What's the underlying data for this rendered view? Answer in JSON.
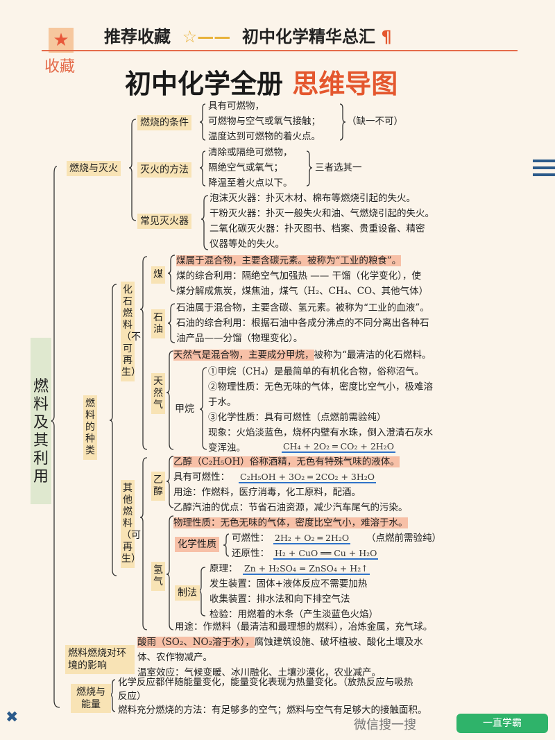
{
  "header": {
    "left": "推荐收藏",
    "right": "初中化学精华总汇",
    "badge": "收藏",
    "star": "★",
    "title_main": "初中化学全册",
    "title_accent": "思维导图"
  },
  "root": "燃料及其利用",
  "combustion": {
    "label": "燃烧与灭火",
    "conditions": {
      "label": "燃烧的条件",
      "lines": [
        "具有可燃物，",
        "可燃物与空气或氧气接触；",
        "温度达到可燃物的着火点。"
      ],
      "note": "（缺一不可）"
    },
    "extinguish": {
      "label": "灭火的方法",
      "lines": [
        "清除或隔绝可燃物，",
        "隔绝空气或氧气；",
        "降温至着火点以下。"
      ],
      "note": "三者选其一"
    },
    "extinguishers": {
      "label": "常见灭火器",
      "lines": [
        "泡沫灭火器：扑灭木材、棉布等燃烧引起的失火。",
        "干粉灭火器：扑灭一般失火和油、气燃烧引起的失火。",
        "二氧化碳灭火器：扑灭图书、档案、贵重设备、精密",
        "仪器等处的失火。"
      ]
    }
  },
  "fuel_types": {
    "label": "燃料的种类",
    "fossil": {
      "label": "化石燃料（不可再生）",
      "coal": {
        "label": "煤",
        "lines": [
          "煤属于混合物，主要含碳元素。被称为“工业的粮食”。",
          "煤的综合利用：隔绝空气加强热 —— 干馏（化学变化），使",
          "煤分解成焦炭，煤焦油，煤气（H₂、CH₄、CO、其他气体）"
        ]
      },
      "oil": {
        "label": "石油",
        "lines": [
          "石油属于混合物，主要含碳、氢元素。被称为“工业的血液”。",
          "石油的综合利用：根据石油中各成分沸点的不同分离出各种石",
          "油产品——分馏（物理变化）。"
        ]
      },
      "gas": {
        "label": "天然气",
        "intro": "天然气是混合物，主要成分甲烷，",
        "intro_tail": "被称为“最清洁的化石燃料。",
        "methane": {
          "label": "甲烷",
          "lines": [
            "①甲烷（CH₄）是最简单的有机化合物，俗称沼气。",
            "②物理性质：无色无味的气体，密度比空气小，极难溶",
            "于水。",
            "③化学性质：具有可燃性（点燃前需验纯）",
            "现象：火焰淡蓝色，烧杯内壁有水珠，倒入澄清石灰水",
            "变浑浊。"
          ],
          "equation": "CH₄ + 2O₂ ═ CO₂ + 2H₂O"
        }
      }
    },
    "other": {
      "label": "其他燃料（可再生）",
      "ethanol": {
        "label": "乙醇",
        "intro": "乙醇（C₂H₅OH）俗称酒精，无色有特殊气味的液体。",
        "flammable": "具有可燃性：",
        "equation": "C₂H₅OH + 3O₂ ═ 2CO₂ + 3H₂O",
        "lines": [
          "用途：作燃料，医疗消毒，化工原料，配酒。",
          "乙醇汽油的优点：节省石油资源，减少汽车尾气的污染。"
        ]
      },
      "hydrogen": {
        "label": "氢气",
        "physical": "物理性质：无色无味的气体，密度比空气小，难溶于水。",
        "chemical_label": "化学性质",
        "flammable_label": "可燃性：",
        "flammable_eq": "2H₂ + O₂ ═ 2H₂O",
        "flammable_note": "（点燃前需验纯）",
        "reducing_label": "还原性：",
        "reducing_eq": "H₂ + CuO ══ Cu + H₂O",
        "prep_label": "制法",
        "principle_label": "原理：",
        "principle_eq": "Zn + H₂SO₄ = ZnSO₄ + H₂↑",
        "prep_lines": [
          "发生装置：固体+液体反应不需要加热",
          "收集装置：排水法和向下排空气法",
          "检验：用燃着的木条（产生淡蓝色火焰）"
        ],
        "use": "用途：作燃料（最清洁和最理想的燃料），冶炼金属，充气球。"
      }
    }
  },
  "environment": {
    "label": "燃料燃烧对环境的影响",
    "acid_rain": "酸雨（SO₂、NO₂溶于水），",
    "acid_rain_tail": "腐蚀建筑设施、破坏植被、酸化土壤及水",
    "lines": [
      "体、农作物减产。",
      "温室效应：气候变暖、冰川融化、土壤沙漠化，农业减产。"
    ]
  },
  "energy": {
    "label": "燃烧与能量",
    "lines": [
      "化学反应都伴随能量变化，能量变化表现为热量变化。（放热反应与吸热",
      "反应）",
      "燃料充分燃烧的方法：有足够多的空气；燃料与空气有足够大的接触面积。"
    ]
  },
  "watermark": {
    "text": "微信搜一搜",
    "account": "一直学霸"
  },
  "colors": {
    "highlight": "#f7c0a7",
    "box": "#f8e3b5",
    "root": "#dfe8cf",
    "accent": "#e4572e",
    "underline": "#2f72c9"
  }
}
